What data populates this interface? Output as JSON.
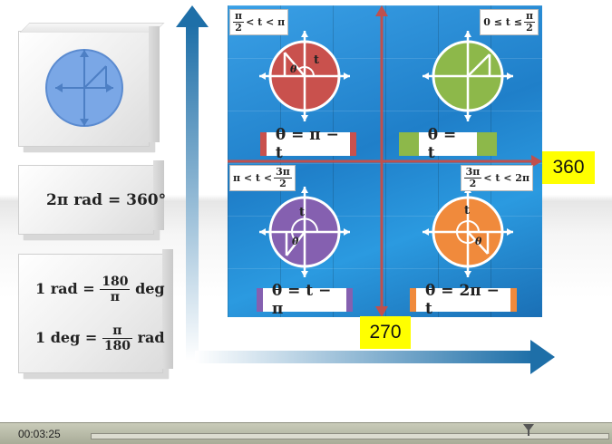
{
  "diagram": {
    "conversion_box": {
      "text": "2π rad = 360°"
    },
    "relations_box": {
      "line1_left": "1 rad =",
      "line1_num": "180",
      "line1_den": "π",
      "line1_unit": "deg",
      "line2_left": "1 deg =",
      "line2_num": "π",
      "line2_den": "180",
      "line2_unit": "rad"
    },
    "quadrants": {
      "q2": {
        "range_left": "π",
        "range_den": "2",
        "range_right": "< t < π",
        "angle_label": "θ",
        "t_label": "t",
        "formula": "θ = π − t",
        "color": "#c9514d"
      },
      "q1": {
        "range_left": "0 ≤ t ≤",
        "range_num": "π",
        "range_den": "2",
        "angle_label": "θ",
        "t_label": "t",
        "formula": "θ = t",
        "color": "#8db84a"
      },
      "q3": {
        "range_left": "π < t <",
        "range_num": "3π",
        "range_den": "2",
        "angle_label": "θ",
        "t_label": "t",
        "formula": "θ = t − π",
        "color": "#8560b0"
      },
      "q4": {
        "range_num": "3π",
        "range_den": "2",
        "range_right": "< t < 2π",
        "angle_label": "θ",
        "t_label": "t",
        "formula": "θ = 2π − t",
        "color": "#f08a3c"
      }
    },
    "markers": {
      "right": "360",
      "bottom": "270"
    }
  },
  "player": {
    "timecode": "00:03:25"
  },
  "colors": {
    "accent_blue": "#1e6fa8",
    "marker_yellow": "#ffff00",
    "axis_red": "#c0504d"
  }
}
